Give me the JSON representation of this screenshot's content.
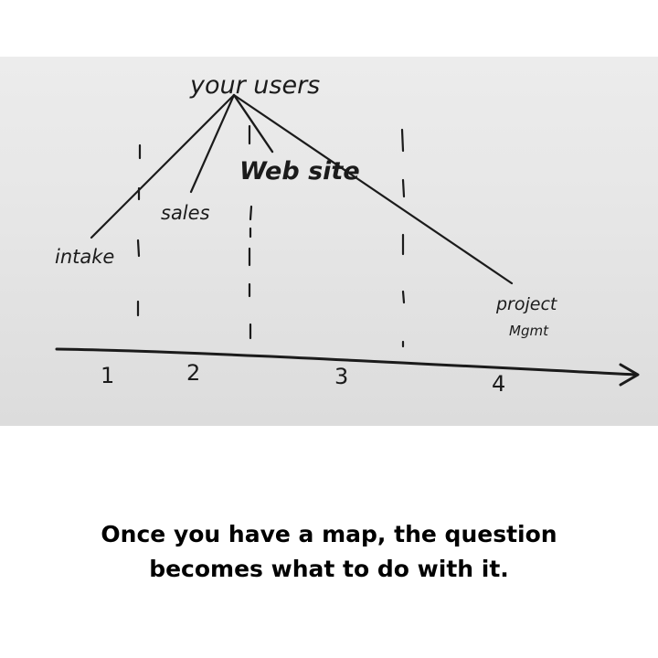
{
  "whiteboard": {
    "root_label": "your users",
    "branches": [
      "intake",
      "sales",
      "Web site",
      "project Mgmt"
    ],
    "stage_numbers": [
      "1",
      "2",
      "3",
      "4"
    ]
  },
  "caption": {
    "line1": "Once you have a map, the question",
    "line2": "becomes what to do with it."
  }
}
